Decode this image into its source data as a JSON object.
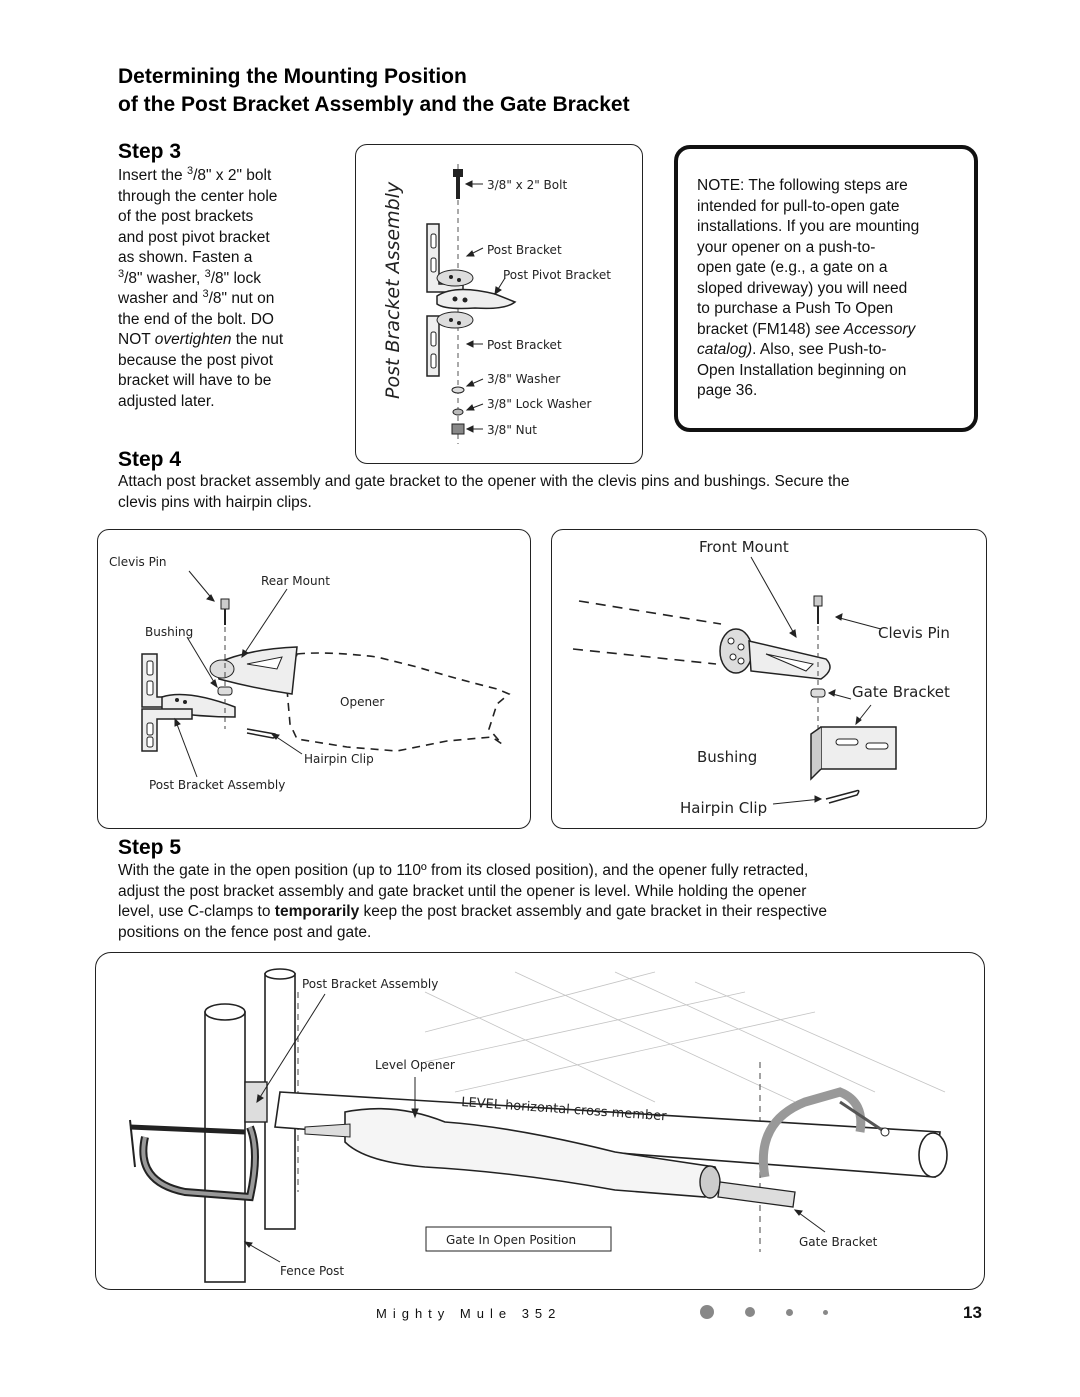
{
  "heading": {
    "line1": "Determining the Mounting Position",
    "line2": "of the Post Bracket Assembly and the Gate Bracket"
  },
  "step3": {
    "title": "Step 3",
    "lines": [
      "Insert the 3/8\" x 2\" bolt",
      "through the center hole",
      "of the post brackets",
      "and post pivot bracket",
      "as shown. Fasten a",
      "3/8\" washer, 3/8\" lock",
      "washer and 3/8\" nut on",
      "the end of the bolt.  DO",
      "NOT overtighten the nut",
      "because the post pivot",
      "bracket will have to be",
      "adjusted later."
    ],
    "diagram": {
      "side_label": "Post Bracket Assembly",
      "labels": {
        "bolt": "3/8\" x 2\" Bolt",
        "post_bracket_top": "Post Bracket",
        "post_pivot_bracket": "Post Pivot Bracket",
        "post_bracket_bottom": "Post Bracket",
        "washer": "3/8\" Washer",
        "lock_washer": "3/8\" Lock Washer",
        "nut": "3/8\" Nut"
      }
    }
  },
  "note": {
    "lines": [
      "NOTE:  The following steps are",
      "intended for pull-to-open gate",
      "installations. If you are mounting",
      "your opener on a push-to-",
      "open gate (e.g., a gate on a",
      "sloped driveway) you will need",
      "to purchase a Push To Open",
      "bracket (FM148) see Accessory",
      "catalog). Also, see Push-to-",
      "Open Installation beginning on",
      "page 36."
    ]
  },
  "step4": {
    "title": "Step 4",
    "text_line1": "Attach post bracket assembly and gate bracket to the opener with the clevis pins and bushings.  Secure the",
    "text_line2": "clevis pins with hairpin clips.",
    "rear_labels": {
      "clevis_pin": "Clevis Pin",
      "rear_mount": "Rear Mount",
      "bushing": "Bushing",
      "opener": "Opener",
      "hairpin_clip": "Hairpin Clip",
      "post_bracket_assembly": "Post Bracket Assembly"
    },
    "front_labels": {
      "front_mount": "Front Mount",
      "clevis_pin": "Clevis Pin",
      "gate_bracket": "Gate Bracket",
      "bushing": "Bushing",
      "hairpin_clip": "Hairpin Clip"
    }
  },
  "step5": {
    "title": "Step 5",
    "text_line1": "With the gate in the open position (up to 110º from its closed position), and the opener fully retracted,",
    "text_line2": "adjust the post bracket assembly and gate bracket until the opener is level. While holding the opener",
    "text_line3_pre": "level, use C-clamps to ",
    "text_line3_bold": "temporarily",
    "text_line3_post": " keep the post bracket assembly and gate bracket in their respective",
    "text_line4": "positions on the fence post and gate.",
    "labels": {
      "post_bracket_assembly": "Post Bracket Assembly",
      "level_opener": "Level Opener",
      "level_cross": "LEVEL horizontal cross member",
      "gate_open": "Gate In Open Position",
      "gate_bracket": "Gate Bracket",
      "fence_post": "Fence Post"
    }
  },
  "footer": {
    "product": "Mighty Mule 352",
    "page": "13"
  }
}
